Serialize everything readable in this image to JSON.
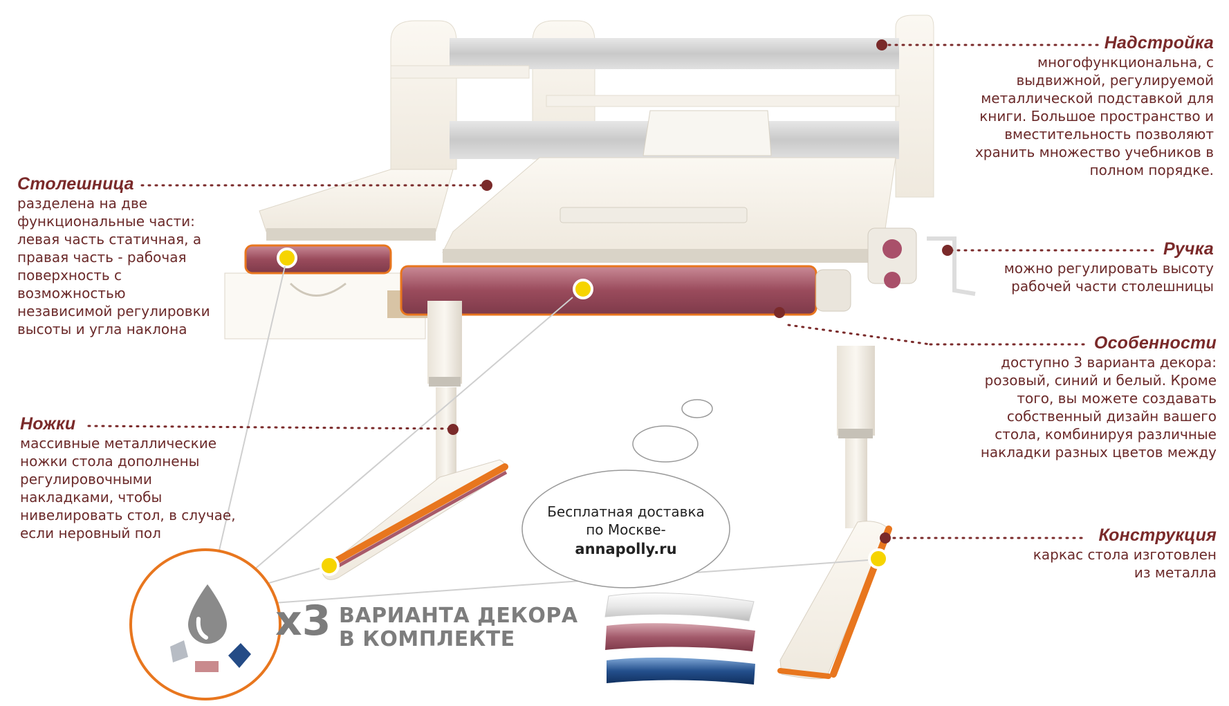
{
  "callouts": {
    "nadstroyka": {
      "title": "Надстройка",
      "lines": [
        "многофункциональна, с",
        "выдвижной, регулируемой",
        "металлической подставкой для",
        "книги. Большое пространство и",
        "вместительность позволяют",
        "хранить множество учебников в",
        "полном порядке."
      ]
    },
    "stoleshnitsa": {
      "title": "Столешница",
      "lines": [
        "разделена на две",
        "функциональные части:",
        "левая часть статичная, а",
        "правая часть - рабочая",
        "поверхность с",
        "возможностью",
        "независимой регулировки",
        "высоты  и угла наклона"
      ]
    },
    "ruchka": {
      "title": "Ручка",
      "lines": [
        "можно регулировать высоту",
        "рабочей части столешницы"
      ]
    },
    "osobennosti": {
      "title": "Особенности",
      "lines": [
        "доступно 3 варианта декора:",
        "розовый, синий и белый. Кроме",
        "того, вы можете создавать",
        "собственный дизайн вашего",
        "стола, комбинируя различные",
        "накладки разных цветов между"
      ]
    },
    "nozhki": {
      "title": "Ножки",
      "lines": [
        "массивные металлические",
        "ножки стола дополнены",
        "регулировочными",
        "накладками, чтобы",
        "нивелировать стол, в случае,",
        "если неровный пол"
      ]
    },
    "konstruktsiya": {
      "title": "Конструкция",
      "lines": [
        "каркас стола изготовлен",
        "из металла"
      ]
    }
  },
  "bubble": {
    "line1": "Бесплатная доставка",
    "line2": "по Москве-",
    "line3": "annapolly.ru"
  },
  "decor": {
    "multiplier": "x3",
    "line1": "ВАРИАНТА ДЕКОРА",
    "line2": "В КОМПЛЕКТЕ",
    "swatches": [
      "white",
      "pink",
      "blue"
    ],
    "icon": "water-drop-icon"
  },
  "colors": {
    "text": "#6b2a2a",
    "accent": "#e8761e",
    "pink_trim": "#a85a6a",
    "blue_trim": "#1d4f8a",
    "marker": "#f6d400"
  }
}
